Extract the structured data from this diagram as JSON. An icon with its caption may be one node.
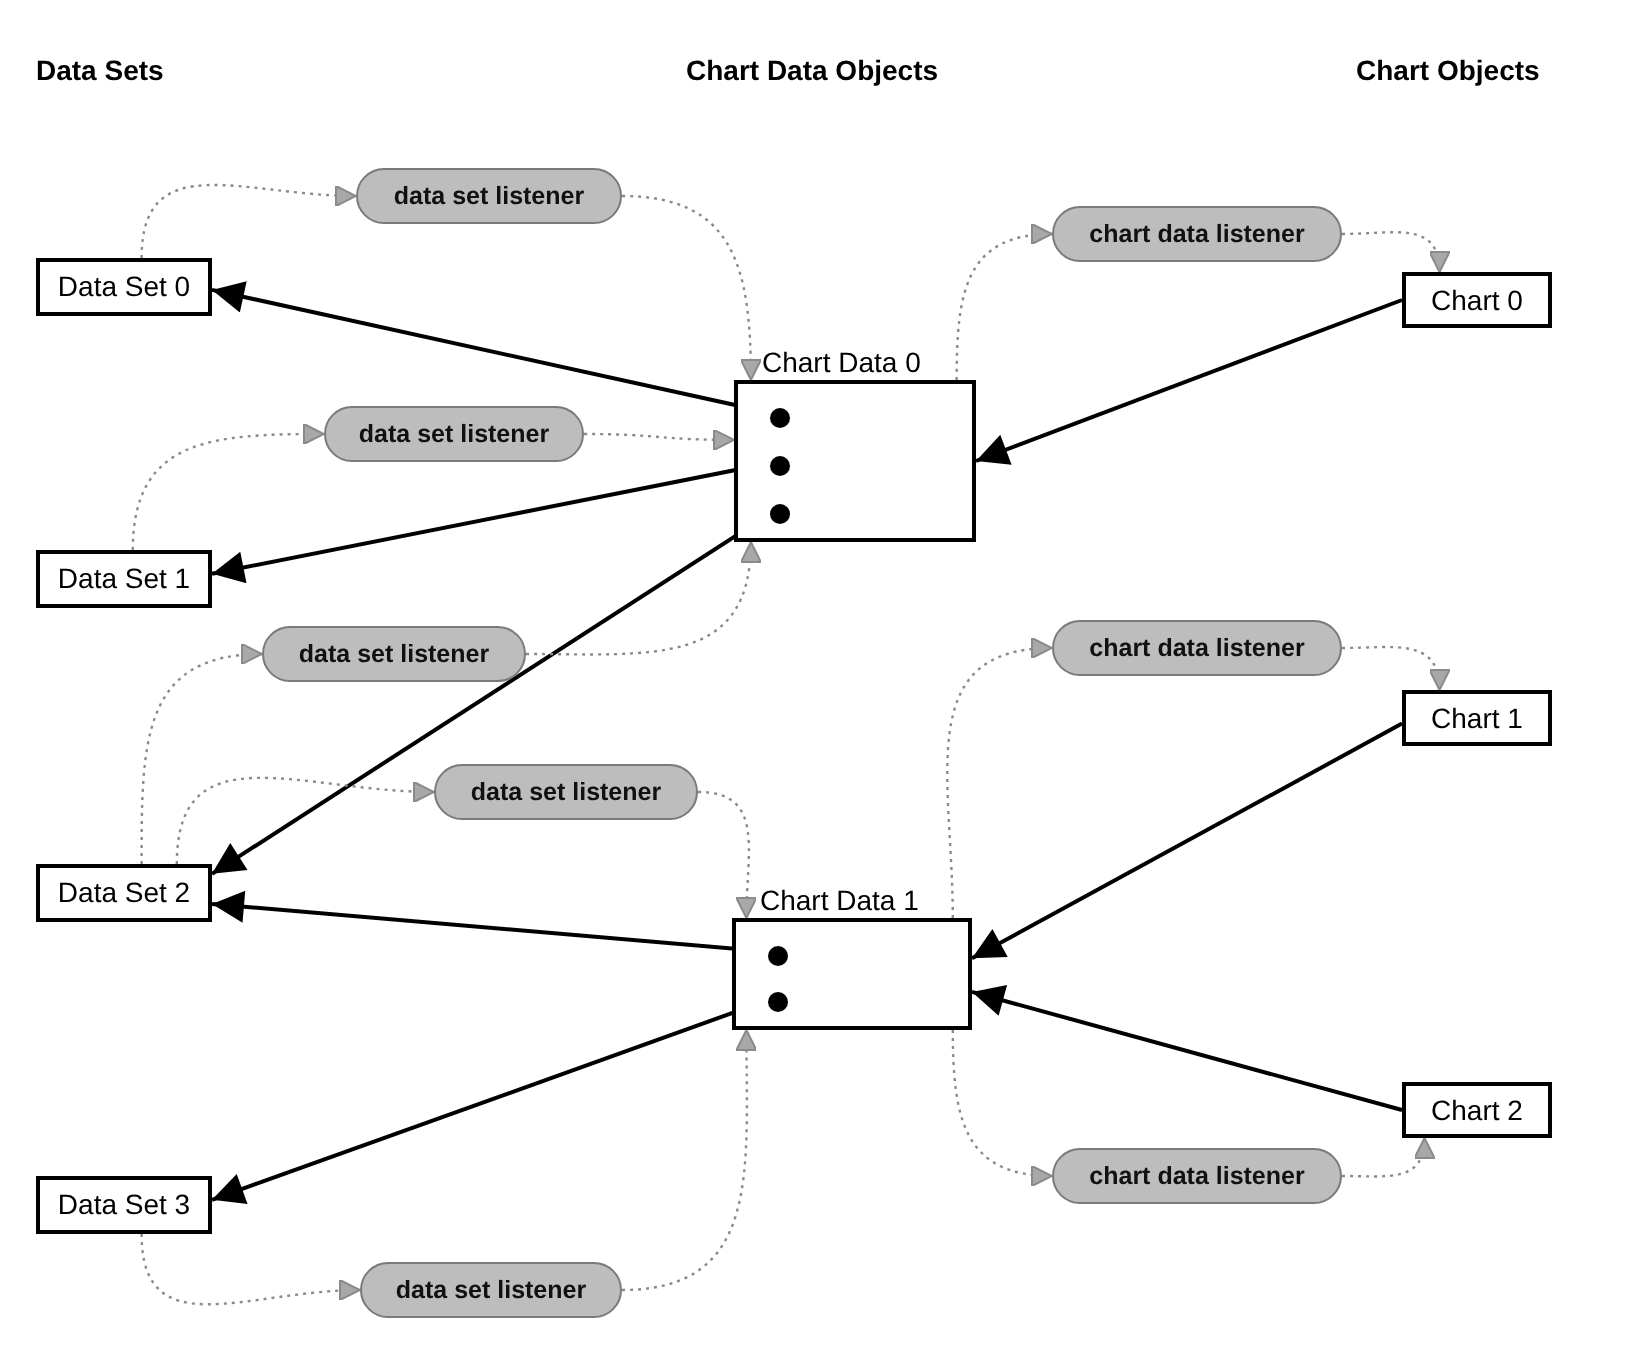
{
  "diagram": {
    "nodes": [
      {
        "text": [
          "Data Set 0"
        ]
      },
      {
        "text": [
          "Data Set 1"
        ]
      },
      {
        "text": [
          "Data Set 2"
        ]
      },
      {
        "text": [
          "Data Set 3"
        ]
      },
      {
        "text": [
          "Chart Data 0"
        ]
      },
      {
        "text": [
          "Chart Data 1"
        ]
      },
      {
        "text": [
          "Chart 0"
        ]
      },
      {
        "text": [
          "Chart 1"
        ]
      },
      {
        "text": [
          "Chart 2"
        ]
      },
      {
        "text": [
          "data set listener"
        ]
      },
      {
        "text": [
          "data set listener"
        ]
      },
      {
        "text": [
          "data set listener"
        ]
      },
      {
        "text": [
          "data set listener"
        ]
      },
      {
        "text": [
          "data set listener"
        ]
      },
      {
        "text": [
          "chart data listener"
        ]
      },
      {
        "text": [
          "chart data listener"
        ]
      },
      {
        "text": [
          "chart data listener"
        ]
      },
      {
        "text": [],
        "shape": "circle",
        "in": 4
      },
      {
        "text": [],
        "shape": "circle",
        "in": 4
      },
      {
        "text": [],
        "shape": "circle",
        "in": 4
      },
      {
        "text": [],
        "shape": "circle",
        "in": 5
      },
      {
        "text": [],
        "shape": "circle",
        "in": 5
      }
    ],
    "edges": [
      {
        "from": 17,
        "to": 0,
        "arrow": "to",
        "color": "#000000"
      },
      {
        "from": 18,
        "to": 1,
        "arrow": "to",
        "color": "#000000"
      },
      {
        "from": 19,
        "to": 2,
        "arrow": "to",
        "color": "#000000"
      },
      {
        "from": 20,
        "to": 2,
        "arrow": "to",
        "color": "#000000"
      },
      {
        "from": 21,
        "to": 3,
        "arrow": "to",
        "color": "#000000"
      },
      {
        "from": 6,
        "to": 4,
        "arrow": "to",
        "color": "#000000"
      },
      {
        "from": 7,
        "to": 5,
        "arrow": "to",
        "color": "#000000"
      },
      {
        "from": 8,
        "to": 5,
        "arrow": "to",
        "color": "#000000"
      },
      {
        "from": 0,
        "to": 9,
        "arrow": "to",
        "style": "dashed",
        "color": "#8a8a8a"
      },
      {
        "from": 9,
        "to": 4,
        "arrow": "to",
        "style": "dashed",
        "color": "#8a8a8a"
      },
      {
        "from": 1,
        "to": 10,
        "arrow": "to",
        "style": "dashed",
        "color": "#8a8a8a"
      },
      {
        "from": 10,
        "to": 4,
        "arrow": "to",
        "style": "dashed",
        "color": "#8a8a8a"
      },
      {
        "from": 2,
        "to": 11,
        "arrow": "to",
        "style": "dashed",
        "color": "#8a8a8a"
      },
      {
        "from": 11,
        "to": 4,
        "arrow": "to",
        "style": "dashed",
        "color": "#8a8a8a"
      },
      {
        "from": 2,
        "to": 12,
        "arrow": "to",
        "style": "dashed",
        "color": "#8a8a8a"
      },
      {
        "from": 12,
        "to": 5,
        "arrow": "to",
        "style": "dashed",
        "color": "#8a8a8a"
      },
      {
        "from": 3,
        "to": 13,
        "arrow": "to",
        "style": "dashed",
        "color": "#8a8a8a"
      },
      {
        "from": 13,
        "to": 5,
        "arrow": "to",
        "style": "dashed",
        "color": "#8a8a8a"
      },
      {
        "from": 4,
        "to": 14,
        "arrow": "to",
        "style": "dashed",
        "color": "#8a8a8a"
      },
      {
        "from": 14,
        "to": 6,
        "arrow": "to",
        "style": "dashed",
        "color": "#8a8a8a"
      },
      {
        "from": 5,
        "to": 15,
        "arrow": "to",
        "style": "dashed",
        "color": "#8a8a8a"
      },
      {
        "from": 15,
        "to": 7,
        "arrow": "to",
        "style": "dashed",
        "color": "#8a8a8a"
      },
      {
        "from": 5,
        "to": 16,
        "arrow": "to",
        "style": "dashed",
        "color": "#8a8a8a"
      },
      {
        "from": 16,
        "to": 8,
        "arrow": "to",
        "style": "dashed",
        "color": "#8a8a8a"
      }
    ],
    "labels": [
      "Data Sets",
      "Chart Data Objects",
      "Chart Objects"
    ]
  }
}
